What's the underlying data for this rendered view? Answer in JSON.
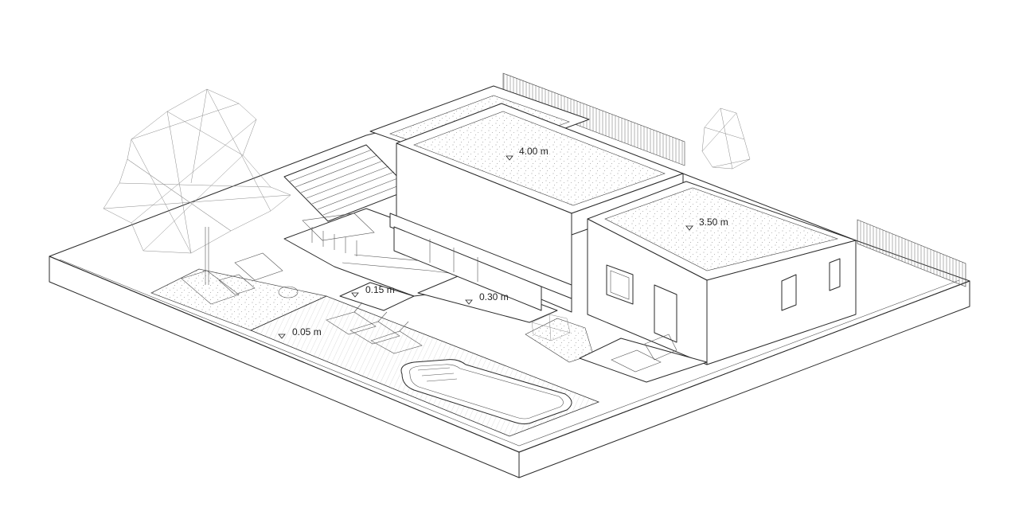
{
  "levels": {
    "roof_upper": "4.00 m",
    "roof_lower": "3.50 m",
    "terrace": "0.30 m",
    "step": "0.15 m",
    "deck": "0.05 m"
  },
  "colors": {
    "line": "#2b2b2b",
    "texture": "#9a9a9a",
    "background": "#ffffff"
  }
}
